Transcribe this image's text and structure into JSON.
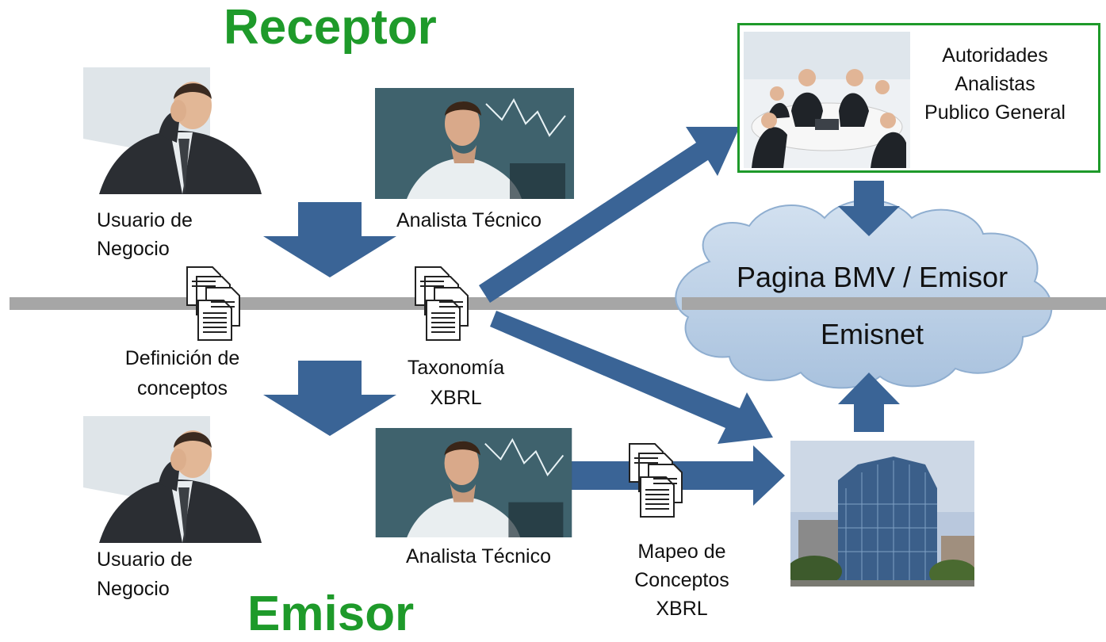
{
  "titles": {
    "receptor": "Receptor",
    "emisor": "Emisor"
  },
  "labels": {
    "usuario_top_1": "Usuario de",
    "usuario_top_2": "Negocio",
    "analista_top": "Analista Técnico",
    "definicion_1": "Definición de",
    "definicion_2": "conceptos",
    "taxonomia_1": "Taxonomía",
    "taxonomia_2": "XBRL",
    "usuario_bottom_1": "Usuario de",
    "usuario_bottom_2": "Negocio",
    "analista_bottom": "Analista Técnico",
    "mapeo_1": "Mapeo de",
    "mapeo_2": "Conceptos",
    "mapeo_3": "XBRL"
  },
  "audience": {
    "line1": "Autoridades",
    "line2": "Analistas",
    "line3": "Publico General"
  },
  "cloud": {
    "line1": "Pagina BMV / Emisor",
    "line2": "Emisnet"
  },
  "colors": {
    "title_green": "#1e9a2a",
    "arrow_blue": "#3a6496",
    "divider_gray": "#a6a6a6",
    "cloud_fill": "#bcd0e6",
    "box_border": "#1e9a2a"
  },
  "icons": {
    "document_stack": "document-stack-icon"
  }
}
